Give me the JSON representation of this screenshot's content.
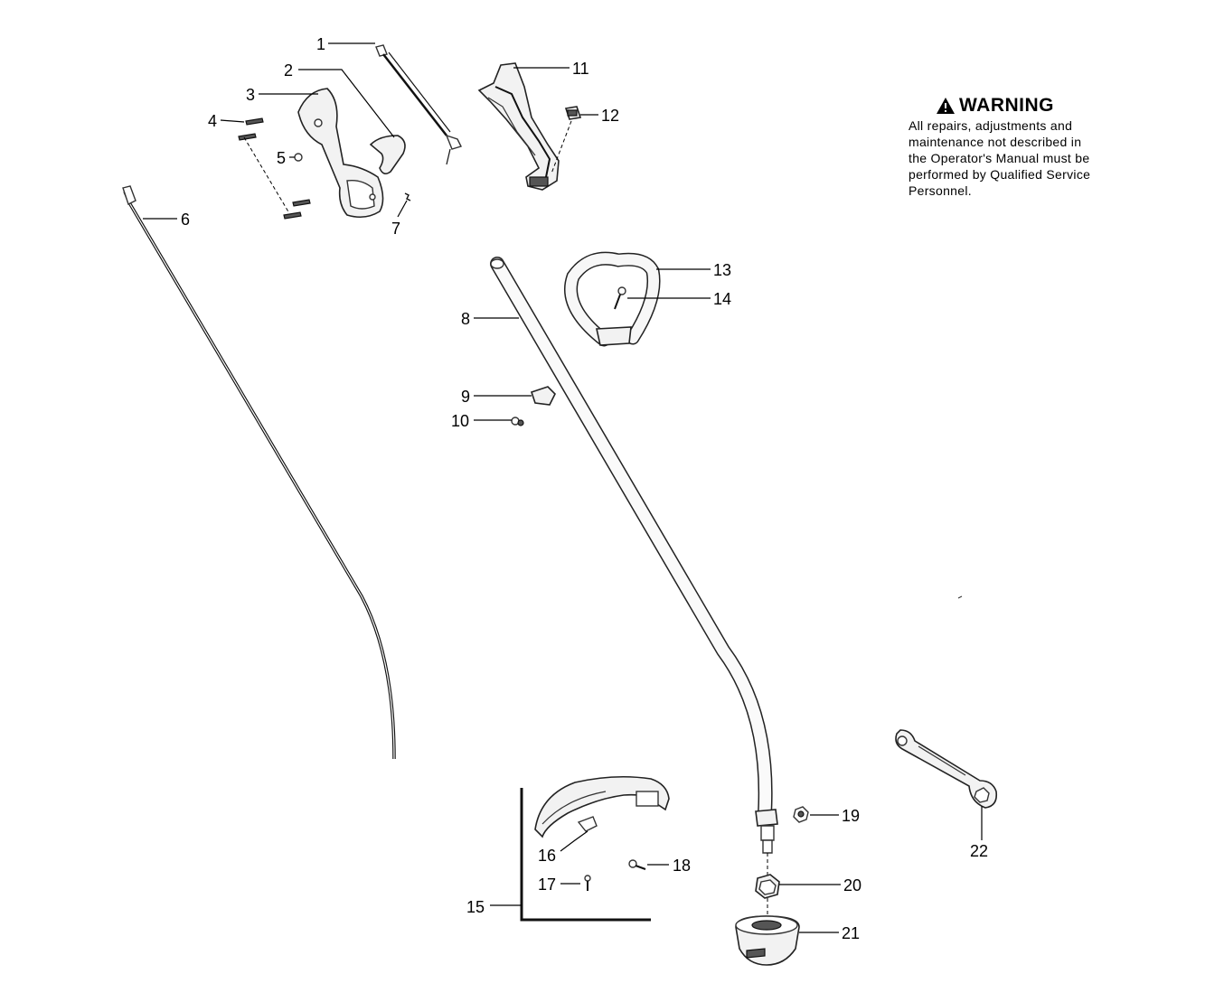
{
  "warning": {
    "title": "WARNING",
    "lines": [
      "All repairs, adjustments and",
      "maintenance not described in",
      "the Operator's Manual must be",
      "performed by Qualified Service",
      "Personnel."
    ]
  },
  "callouts": {
    "c1": "1",
    "c2": "2",
    "c3": "3",
    "c4": "4",
    "c5": "5",
    "c6": "6",
    "c7": "7",
    "c8": "8",
    "c9": "9",
    "c10": "10",
    "c11": "11",
    "c12": "12",
    "c13": "13",
    "c14": "14",
    "c15": "15",
    "c16": "16",
    "c17": "17",
    "c18": "18",
    "c19": "19",
    "c20": "20",
    "c21": "21",
    "c22": "22"
  },
  "icons": {
    "warning": "warning-triangle-icon"
  }
}
